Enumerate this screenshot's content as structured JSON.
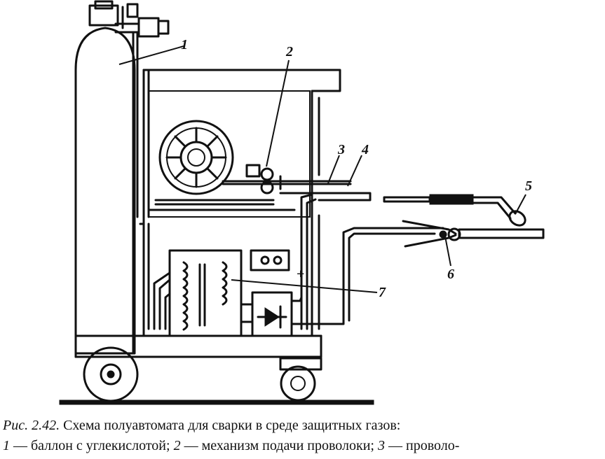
{
  "figure": {
    "callouts": [
      "1",
      "2",
      "3",
      "4",
      "5",
      "6",
      "7"
    ],
    "polarity_plus": "+"
  },
  "caption": {
    "number": "Рис. 2.42.",
    "title": "Схема полуавтомата для сварки в среде защитных газов:",
    "line2_n1": "1",
    "line2_t1": " — баллон с углекислотой; ",
    "line2_n2": "2",
    "line2_t2": " — механизм подачи проволоки; ",
    "line2_n3": "3",
    "line2_t3": " — проволо-"
  }
}
